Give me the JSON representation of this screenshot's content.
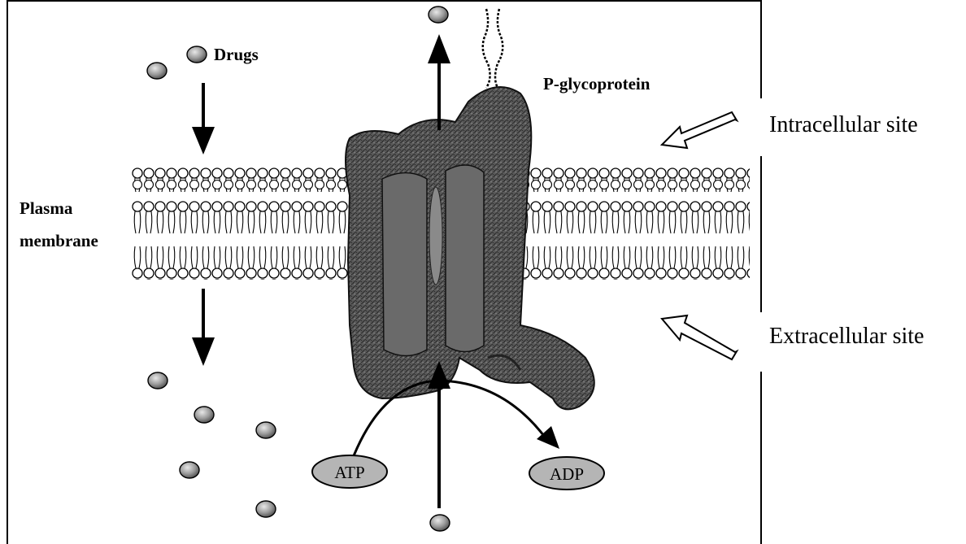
{
  "labels": {
    "drugs": "Drugs",
    "pgp": "P-glycoprotein",
    "plasma": "Plasma",
    "membrane": "membrane",
    "atp": "ATP",
    "adp": "ADP",
    "intracellular": "Intracellular site",
    "extracellular": "Extracellular site"
  },
  "colors": {
    "protein": "#4a4a4a",
    "drug": "#9a9a9a",
    "nucleotide": "#b5b5b5"
  },
  "icons": [
    "drug-molecule-icon",
    "down-arrow-icon",
    "up-arrow-icon",
    "hollow-arrow-icon"
  ]
}
